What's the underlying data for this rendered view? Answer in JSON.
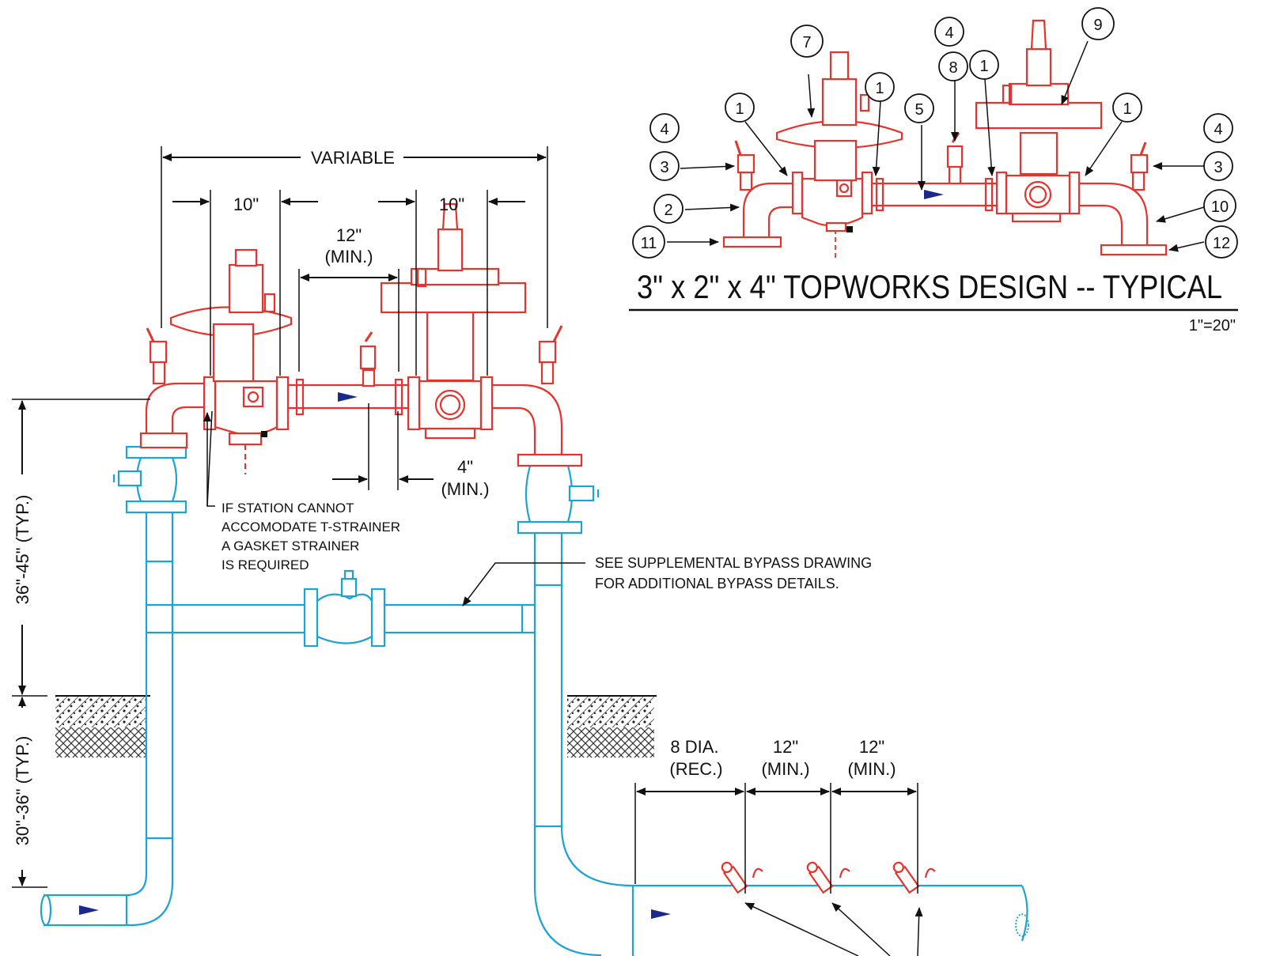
{
  "dimensions": {
    "variable": "VARIABLE",
    "left_ten": "10\"",
    "right_ten": "10\"",
    "twelve_min_line1": "12\"",
    "twelve_min_line2": "(MIN.)",
    "four_min_line1": "4\"",
    "four_min_line2": "(MIN.)",
    "height_upper": "36\"-45\" (TYP.)",
    "height_lower": "30\"-36\" (TYP.)",
    "dia_line1": "8 DIA.",
    "dia_line2": "(REC.)",
    "spacing1_line1": "12\"",
    "spacing1_line2": "(MIN.)",
    "spacing2_line1": "12\"",
    "spacing2_line2": "(MIN.)"
  },
  "notes": {
    "strainer": [
      "IF STATION CANNOT",
      "ACCOMODATE T-STRAINER",
      "A GASKET STRAINER",
      "IS REQUIRED"
    ],
    "bypass": [
      "SEE SUPPLEMENTAL BYPASS DRAWING",
      "FOR ADDITIONAL BYPASS DETAILS."
    ]
  },
  "detail": {
    "title": "3\" x 2\" x 4\" TOPWORKS DESIGN -- TYPICAL",
    "scale": "1\"=20\"",
    "callouts": [
      "1",
      "1",
      "1",
      "1",
      "2",
      "3",
      "3",
      "4",
      "4",
      "4",
      "5",
      "7",
      "8",
      "9",
      "10",
      "11",
      "12"
    ]
  },
  "colors": {
    "pipe": "#1aa3d6",
    "regulator": "#e8322c",
    "flow_arrow": "#1a2a8a",
    "linework": "#111111"
  }
}
